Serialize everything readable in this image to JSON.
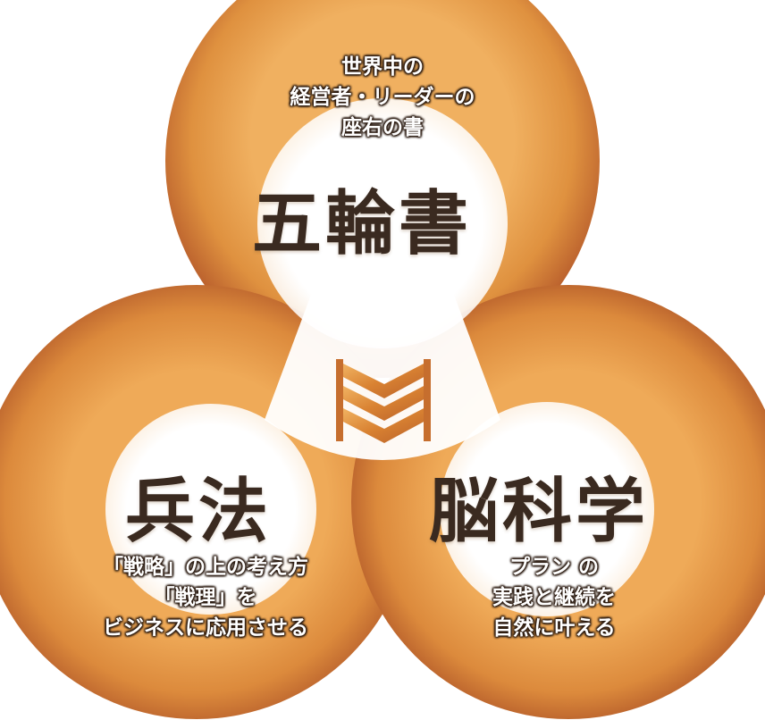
{
  "colors": {
    "ring_light": "#e9a04a",
    "ring_mid": "#d88a3c",
    "ring_dark": "#b0562a",
    "center_white": "#ffffff",
    "title_text": "#3a2a20"
  },
  "top": {
    "title": "五輪書",
    "caption_lines": [
      "世界中の",
      "経営者・リーダーの",
      "座右の書"
    ]
  },
  "left": {
    "title": "兵法",
    "caption_lines": [
      "「戦略」の上の考え方",
      "「戦理」を",
      "ビジネスに応用させる"
    ]
  },
  "right": {
    "title": "脳科学",
    "caption_lines": [
      "プラン の",
      "実践と継続を",
      "自然に叶える"
    ]
  },
  "center": {
    "icon": "stacked-chevron-logo-icon"
  }
}
